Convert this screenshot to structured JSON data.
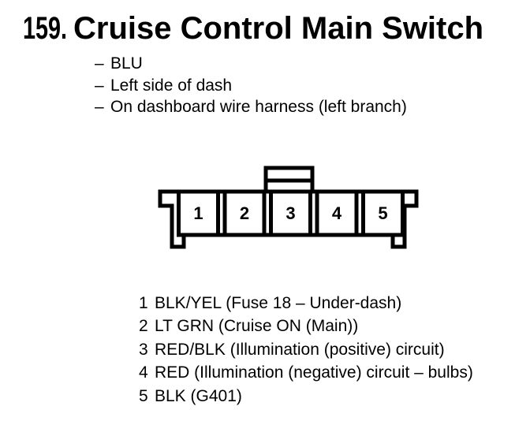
{
  "page": {
    "bg_color": "#ffffff",
    "ink_color": "#000000"
  },
  "header": {
    "index": "159.",
    "title": "Cruise Control Main Switch"
  },
  "notes": {
    "marker": "–",
    "items": [
      "BLU",
      "Left side of dash",
      "On dashboard wire harness (left branch)"
    ]
  },
  "connector": {
    "pins": [
      "1",
      "2",
      "3",
      "4",
      "5"
    ]
  },
  "pin_list": [
    {
      "pin": "1",
      "desc": "BLK/YEL (Fuse 18 – Under-dash)"
    },
    {
      "pin": "2",
      "desc": "LT GRN (Cruise ON (Main))"
    },
    {
      "pin": "3",
      "desc": "RED/BLK (Illumination (positive) circuit)"
    },
    {
      "pin": "4",
      "desc": "RED (Illumination (negative) circuit – bulbs)"
    },
    {
      "pin": "5",
      "desc": "BLK (G401)"
    }
  ]
}
